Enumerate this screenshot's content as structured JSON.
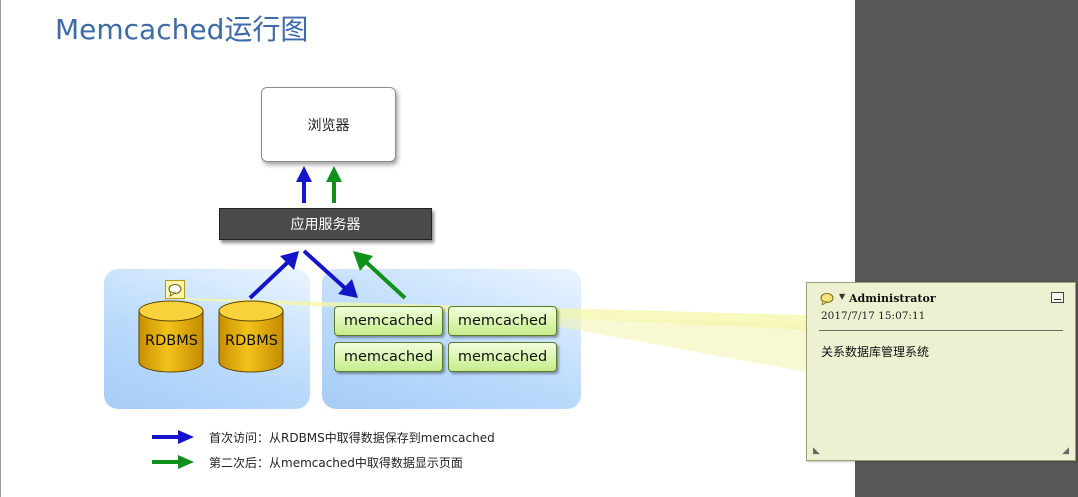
{
  "slide": {
    "title": "Memcached运行图"
  },
  "diagram": {
    "browser_label": "浏览器",
    "app_server_label": "应用服务器",
    "databases": [
      "RDBMS",
      "RDBMS"
    ],
    "memcached_nodes": [
      "memcached",
      "memcached",
      "memcached",
      "memcached"
    ],
    "colors": {
      "first_visit_arrow": "#1414c8",
      "subsequent_arrow": "#12901c",
      "panel": "#b8d9fb",
      "db_fill": "#e8b400",
      "node_fill": "#c7ec8c"
    }
  },
  "legend": [
    {
      "label": "首次访问：从RDBMS中取得数据保存到memcached",
      "color": "#1414c8"
    },
    {
      "label": "第二次后：从memcached中取得数据显示页面",
      "color": "#12901c"
    }
  ],
  "comment": {
    "author": "Administrator",
    "timestamp": "2017/7/17 15:07:11",
    "text": "关系数据库管理系统",
    "icons": {
      "speech": "speech-bubble-icon",
      "dropdown": "dropdown-arrow-icon",
      "minimize": "minimize-icon",
      "resize": "resize-grip-icon"
    }
  }
}
